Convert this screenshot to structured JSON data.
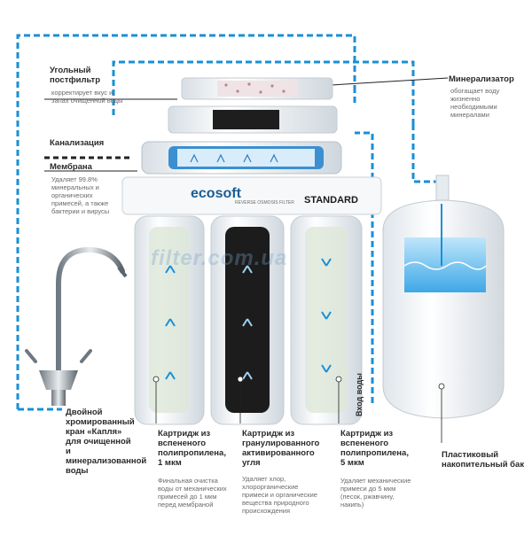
{
  "brand": {
    "logo": "ecosoft",
    "subtitle": "REVERSE OSMOSIS FILTER",
    "model": "STANDARD"
  },
  "watermark": "filter.com.ua",
  "labels": {
    "carbon_post": {
      "title": "Угольный постфильтр",
      "desc": "корректирует вкус и запах очищенной воды"
    },
    "drain": {
      "title": "Канализация"
    },
    "membrane": {
      "title": "Мембрана",
      "desc": "Удаляет 99.8% минеральных и органических примесей, а также бактерии и вирусы"
    },
    "mineralizer": {
      "title": "Минерализатор",
      "desc": "обогащает воду жизненно необходимыми минералами"
    },
    "faucet": {
      "title": "Двойной хромированный кран «Капля» для очищенной и минерализованной воды"
    },
    "cart1": {
      "title": "Картридж из вспененого полипропилена, 1 мкм",
      "desc": "Финальная очистка воды от механических примесей до 1 мкм перед мембраной"
    },
    "cart2": {
      "title": "Картридж из гранулированного активированного угля",
      "desc": "Удаляет хлор, хлорорганические примеси и органические вещества природного происхождения"
    },
    "cart3": {
      "title": "Картридж из вспененого полипропилена, 5 мкм",
      "desc": "Удаляет механические примеси до 5 мкм (песок, ржавчину, накипь)"
    },
    "tank": {
      "title": "Пластиковый накопительный бак"
    },
    "water_in": {
      "title": "Вход воды"
    }
  },
  "colors": {
    "pipe": "#1a8fd6",
    "pipe_dark": "#1372b0",
    "housing": "#e9eef2",
    "water": "#4ab4ec"
  }
}
